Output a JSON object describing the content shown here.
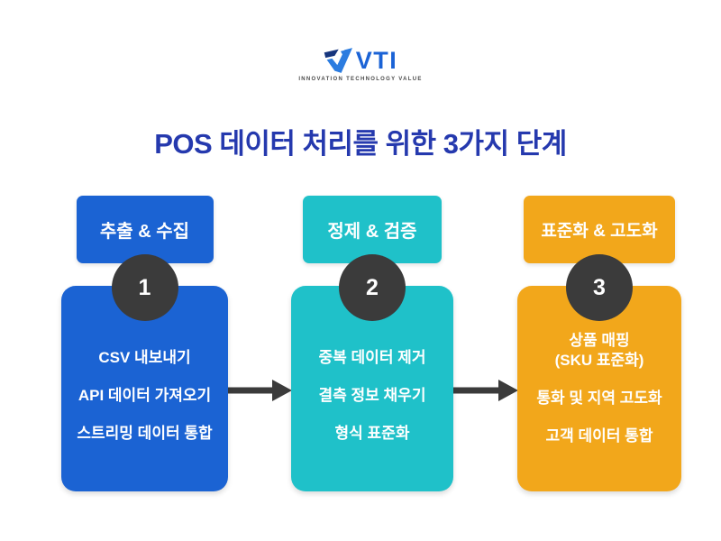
{
  "logo": {
    "name": "VTI",
    "tagline": "INNOVATION TECHNOLOGY VALUE"
  },
  "title": "POS 데이터 처리를 위한 3가지 단계",
  "steps": [
    {
      "number": "1",
      "header": "추출 & 수집",
      "items": [
        "CSV 내보내기",
        "API 데이터 가져오기",
        "스트리밍 데이터 통합"
      ],
      "color": "#1b63d3"
    },
    {
      "number": "2",
      "header": "정제 & 검증",
      "items": [
        "중복 데이터 제거",
        "결측 정보 채우기",
        "형식 표준화"
      ],
      "color": "#1fc1c9"
    },
    {
      "number": "3",
      "header": "표준화 & 고도화",
      "items": [
        "상품 매핑",
        "(SKU 표준화)",
        "통화 및 지역 고도화",
        "고객 데이터 통합"
      ],
      "color": "#f2a71b"
    }
  ],
  "colors": {
    "title_text": "#2539ae",
    "logo_blue": "#1b63d6",
    "step_circle": "#3b3b3b",
    "arrow": "#3b3b3b",
    "step1_blue": "#1b63d3",
    "step2_cyan": "#1fc1c9",
    "step3_orange": "#f2a71b"
  }
}
